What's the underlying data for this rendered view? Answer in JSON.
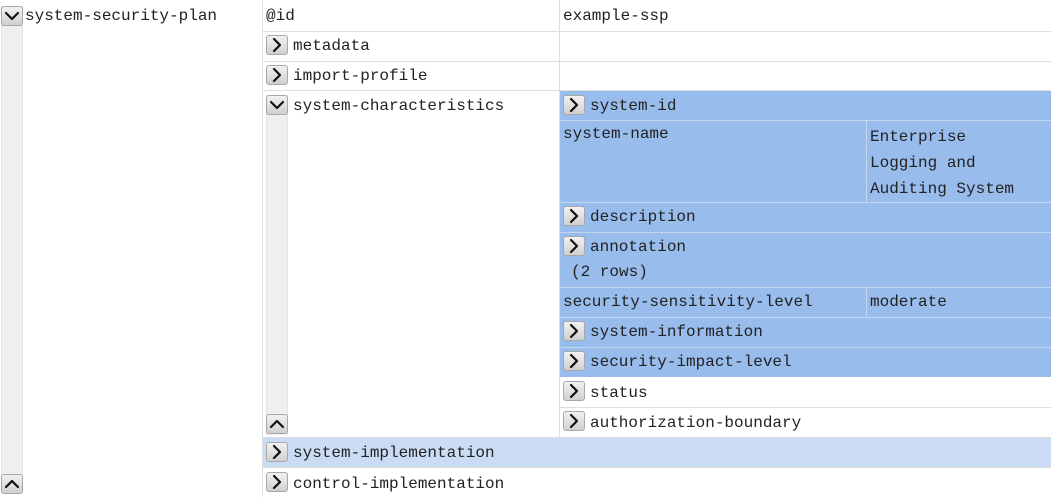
{
  "root": {
    "label": "system-security-plan"
  },
  "attributes": {
    "id_key": "@id",
    "id_value": "example-ssp"
  },
  "children": {
    "metadata": "metadata",
    "import_profile": "import-profile",
    "system_characteristics": "system-characteristics",
    "system_implementation": "system-implementation",
    "control_implementation": "control-implementation"
  },
  "system_characteristics": {
    "system_id": "system-id",
    "system_name_key": "system-name",
    "system_name_value_lines": [
      "Enterprise",
      "Logging and",
      "Auditing System"
    ],
    "description": "description",
    "annotation": "annotation",
    "annotation_rows": "(2 rows)",
    "security_sensitivity_key": "security-sensitivity-level",
    "security_sensitivity_value": "moderate",
    "system_information": "system-information",
    "security_impact_level": "security-impact-level",
    "status": "status",
    "authorization_boundary": "authorization-boundary"
  },
  "colors": {
    "selected": "#98bcec",
    "selected_light": "#cadcf4",
    "button": "#dadada",
    "rail": "#efefef"
  },
  "icons": {
    "expand": "chevron-right-icon",
    "collapse": "chevron-down-icon",
    "collapse_up": "chevron-up-icon"
  }
}
